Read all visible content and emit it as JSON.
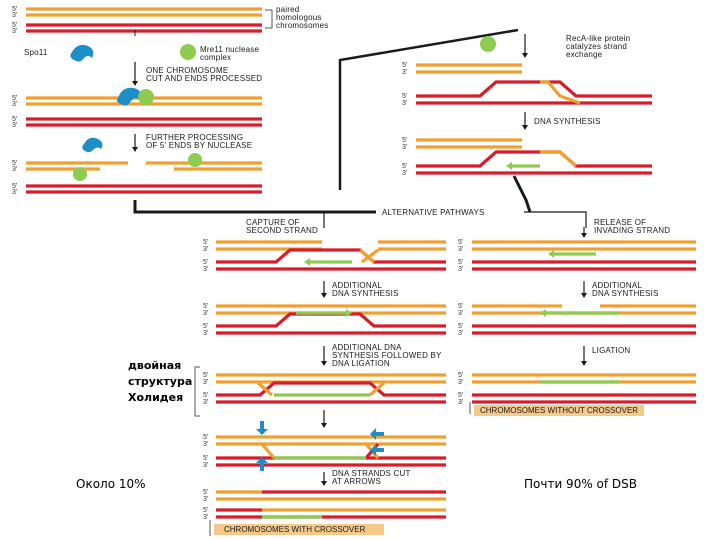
{
  "labels": {
    "paired": [
      "paired",
      "homologous",
      "chromosomes"
    ],
    "spo11": "Spo11",
    "mre11": [
      "Mre11 nuclease",
      "complex"
    ],
    "cut": [
      "ONE CHROMOSOME",
      "CUT AND ENDS PROCESSED"
    ],
    "further": [
      "FURTHER PROCESSING",
      "OF 5' ENDS BY NUCLEASE"
    ],
    "reca": [
      "RecA-like protein",
      "catalyzes strand",
      "exchange"
    ],
    "dna_synthesis": "DNA SYNTHESIS",
    "alt": "ALTERNATIVE PATHWAYS",
    "capture": [
      "CAPTURE OF",
      "SECOND STRAND"
    ],
    "release": [
      "RELEASE OF",
      "INVADING STRAND"
    ],
    "add1": [
      "ADDITIONAL",
      "DNA SYNTHESIS"
    ],
    "add2": [
      "ADDITIONAL",
      "DNA SYNTHESIS"
    ],
    "add_lig": [
      "ADDITIONAL DNA",
      "SYNTHESIS FOLLOWED BY",
      "DNA LIGATION"
    ],
    "ligation": "LIGATION",
    "without": "CHROMOSOMES WITHOUT CROSSOVER",
    "cut_arrows": [
      "DNA STRANDS CUT",
      "AT ARROWS"
    ],
    "with": "CHROMOSOMES WITH CROSSOVER",
    "holliday": [
      "двойная",
      "структура",
      "Холидея"
    ],
    "left_pct": "Около 10%",
    "right_pct": "Почти 90% of DSB",
    "end5": "5'",
    "end3": "3'"
  },
  "colors": {
    "orange": "#f0a030",
    "red": "#d81c2a",
    "green": "#8dcc50",
    "blue": "#1d8fc8",
    "caption_bg": "#f4c98a"
  },
  "icons": [
    "spo11-protein-icon",
    "mre11-complex-icon",
    "reca-protein-icon"
  ]
}
